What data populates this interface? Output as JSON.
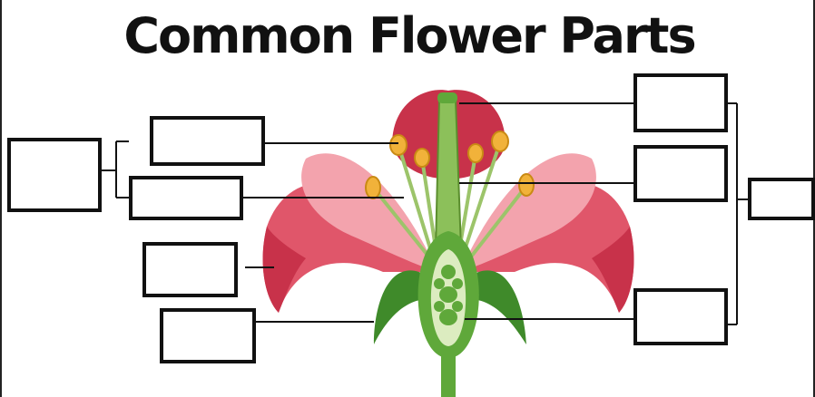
{
  "title": "Common Flower Parts",
  "colors": {
    "petal_dark": "#c8324a",
    "petal_mid": "#e0566a",
    "petal_light": "#f3a3ad",
    "stem_green": "#5fa83a",
    "sepal_dark": "#3f8a2a",
    "ovary_light": "#dcecc0",
    "anther_orange": "#f1b23a",
    "label_line": "#111111"
  },
  "label_boxes": [
    {
      "id": "box-1",
      "text": ""
    },
    {
      "id": "box-2",
      "text": ""
    },
    {
      "id": "box-3",
      "text": ""
    },
    {
      "id": "box-4",
      "text": ""
    },
    {
      "id": "box-5",
      "text": ""
    },
    {
      "id": "box-6",
      "text": ""
    },
    {
      "id": "box-7",
      "text": ""
    },
    {
      "id": "box-8",
      "text": ""
    },
    {
      "id": "box-9",
      "text": ""
    },
    {
      "id": "box-10",
      "text": ""
    }
  ]
}
